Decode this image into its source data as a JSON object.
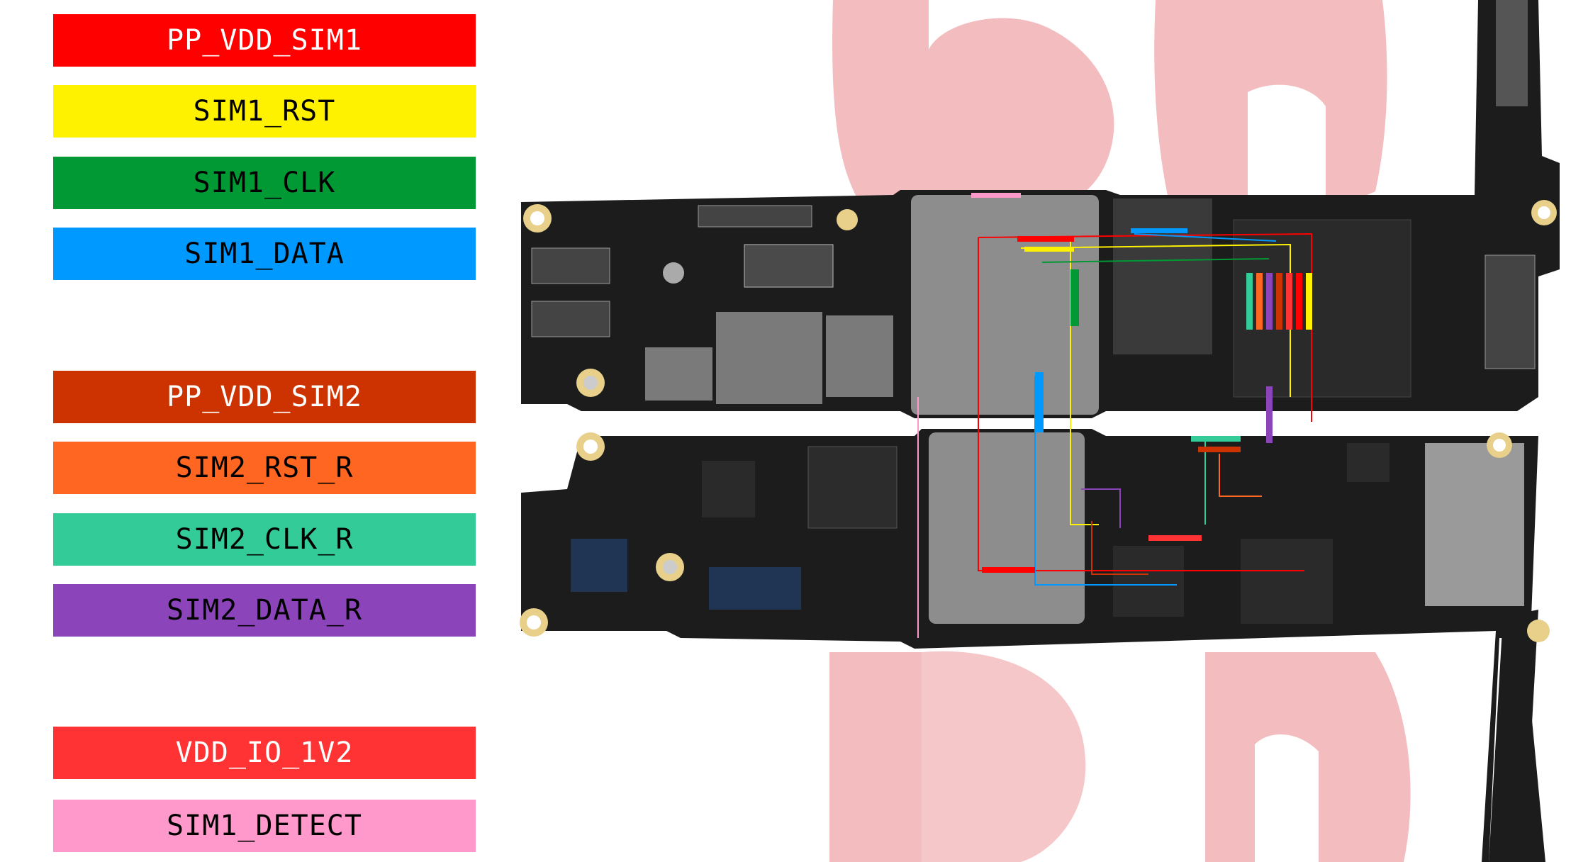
{
  "legend": [
    {
      "label": "PP_VDD_SIM1",
      "color": "#ff0000",
      "text_color": "#ffffff"
    },
    {
      "label": "SIM1_RST",
      "color": "#fff200",
      "text_color": "#000000"
    },
    {
      "label": "SIM1_CLK",
      "color": "#009933",
      "text_color": "#000000"
    },
    {
      "label": "SIM1_DATA",
      "color": "#0099ff",
      "text_color": "#000000"
    },
    {
      "label": "PP_VDD_SIM2",
      "color": "#cc3300",
      "text_color": "#ffffff"
    },
    {
      "label": "SIM2_RST_R",
      "color": "#ff6622",
      "text_color": "#000000"
    },
    {
      "label": "SIM2_CLK_R",
      "color": "#33cc99",
      "text_color": "#000000"
    },
    {
      "label": "SIM2_DATA_R",
      "color": "#8c44bb",
      "text_color": "#000000"
    },
    {
      "label": "VDD_IO_1V2",
      "color": "#ff3333",
      "text_color": "#ffffff"
    },
    {
      "label": "SIM1_DETECT",
      "color": "#ff99cc",
      "text_color": "#000000"
    }
  ],
  "colors": {
    "background": "#ffffff",
    "pcb": "#1c1c1c",
    "watermark": "#f2b6b9",
    "gold": "#e8d08a",
    "shield": "#9a9a9a"
  }
}
